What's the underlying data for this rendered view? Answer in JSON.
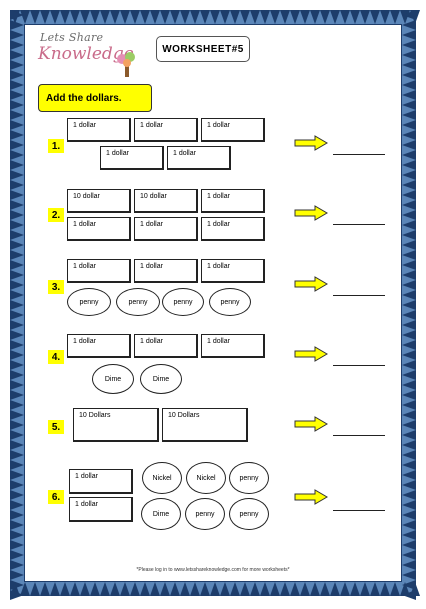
{
  "logo": {
    "line1": "Lets Share",
    "line2": "Knowledge"
  },
  "worksheet_title": "WORKSHEET#5",
  "instruction": "Add the dollars.",
  "questions": [
    {
      "number": "1."
    },
    {
      "number": "2."
    },
    {
      "number": "3."
    },
    {
      "number": "4."
    },
    {
      "number": "5."
    },
    {
      "number": "6."
    }
  ],
  "labels": {
    "one_dollar": "1 dollar",
    "ten_dollar": "10 dollar",
    "ten_dollars": "10 Dollars",
    "penny": "penny",
    "dime": "Dime",
    "nickel": "Nickel"
  },
  "footer": "*Please log in to www.letsshareknowledge.com for more worksheets*",
  "colors": {
    "highlight": "#ffff00",
    "border_dark": "#1d3d6b",
    "border_light": "#5b86b8"
  }
}
